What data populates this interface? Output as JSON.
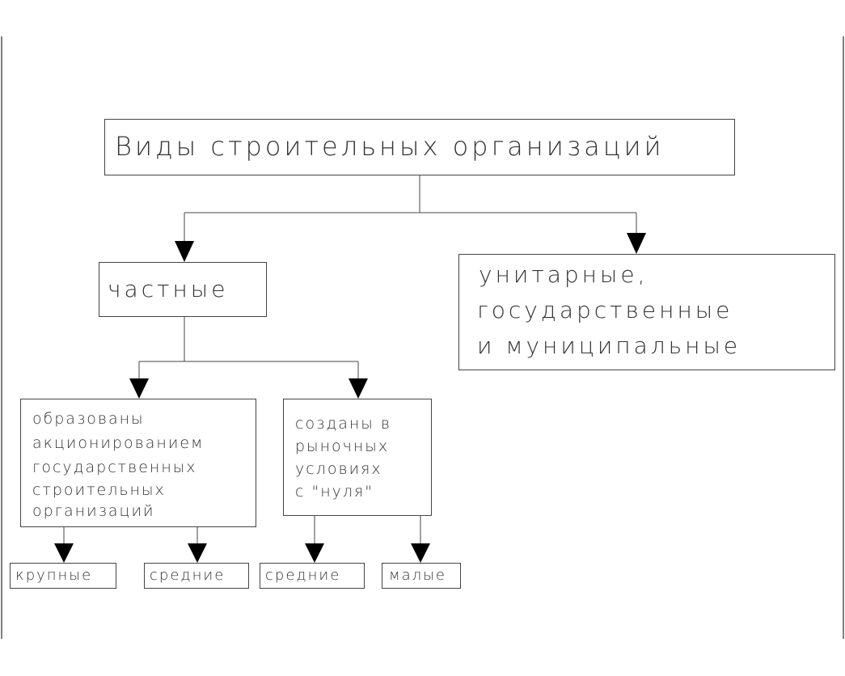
{
  "diagram": {
    "title": "Виды строительных организаций",
    "private": {
      "label": "частные"
    },
    "state": {
      "lines": [
        "унитарные,",
        "государственные",
        "и муниципальные"
      ]
    },
    "formed": {
      "lines": [
        "образованы",
        "акционированием",
        "государственных",
        "строительных",
        "организаций"
      ]
    },
    "created": {
      "lines": [
        "созданы в",
        "рыночных",
        "условиях",
        "с \"нуля\""
      ]
    },
    "sizes": {
      "large_1": "крупные",
      "medium_1": "средние",
      "medium_2": "средние",
      "small_2": "малые"
    }
  }
}
